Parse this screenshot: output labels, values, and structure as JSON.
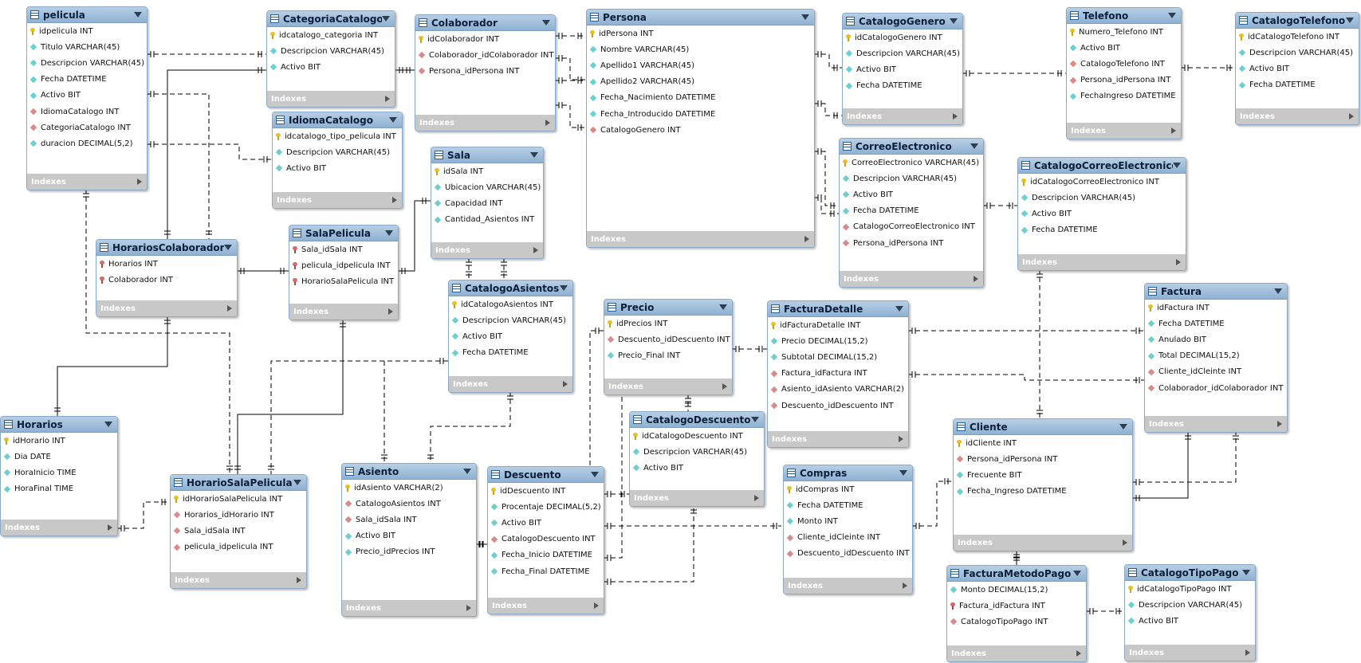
{
  "tables": [
    {
      "name": "pelicula",
      "columns": [
        [
          "pk",
          "idpelicula INT"
        ],
        [
          "col",
          "Titulo VARCHAR(45)"
        ],
        [
          "col",
          "Descripcion VARCHAR(45)"
        ],
        [
          "col",
          "Fecha DATETIME"
        ],
        [
          "col",
          "Activo BIT"
        ],
        [
          "fk",
          "IdiomaCatalogo INT"
        ],
        [
          "fk",
          "CategoriaCatalogo INT"
        ],
        [
          "col",
          "duracion DECIMAL(5,2)"
        ]
      ],
      "indexes": "Indexes"
    },
    {
      "name": "CategoriaCatalogo",
      "columns": [
        [
          "pk",
          "idcatalogo_categoria INT"
        ],
        [
          "col",
          "Descripcion VARCHAR(45)"
        ],
        [
          "col",
          "Activo BIT"
        ]
      ],
      "indexes": "Indexes"
    },
    {
      "name": "Colaborador",
      "columns": [
        [
          "pk",
          "idColaborador INT"
        ],
        [
          "fk",
          "Colaborador_idColaborador INT"
        ],
        [
          "fk",
          "Persona_idPersona INT"
        ]
      ],
      "indexes": "Indexes"
    },
    {
      "name": "Persona",
      "columns": [
        [
          "pk",
          "idPersona INT"
        ],
        [
          "col",
          "Nombre VARCHAR(45)"
        ],
        [
          "col",
          "Apellido1 VARCHAR(45)"
        ],
        [
          "col",
          "Apellido2 VARCHAR(45)"
        ],
        [
          "col",
          "Fecha_Nacimiento DATETIME"
        ],
        [
          "col",
          "Fecha_Introducido DATETIME"
        ],
        [
          "fk",
          "CatalogoGenero INT"
        ]
      ],
      "indexes": "Indexes"
    },
    {
      "name": "CatalogoGenero",
      "columns": [
        [
          "pk",
          "idCatalogoGenero INT"
        ],
        [
          "col",
          "Descripcion VARCHAR(45)"
        ],
        [
          "col",
          "Activo BIT"
        ],
        [
          "col",
          "Fecha DATETIME"
        ]
      ],
      "indexes": "Indexes"
    },
    {
      "name": "Telefono",
      "columns": [
        [
          "pk",
          "Numero_Telefono INT"
        ],
        [
          "col",
          "Activo BIT"
        ],
        [
          "fk",
          "CatalogoTelefono INT"
        ],
        [
          "fk",
          "Persona_idPersona INT"
        ],
        [
          "col",
          "FechaIngreso DATETIME"
        ]
      ],
      "indexes": "Indexes"
    },
    {
      "name": "CatalogoTelefono",
      "columns": [
        [
          "pk",
          "idCatalogoTelefono INT"
        ],
        [
          "col",
          "Descripcion VARCHAR(45)"
        ],
        [
          "col",
          "Activo BIT"
        ],
        [
          "col",
          "Fecha DATETIME"
        ]
      ],
      "indexes": "Indexes"
    },
    {
      "name": "IdiomaCatalogo",
      "columns": [
        [
          "pk",
          "idcatalogo_tipo_pelicula INT"
        ],
        [
          "col",
          "Descripcion VARCHAR(45)"
        ],
        [
          "col",
          "Activo BIT"
        ]
      ],
      "indexes": "Indexes"
    },
    {
      "name": "Sala",
      "columns": [
        [
          "pk",
          "idSala INT"
        ],
        [
          "col",
          "Ubicacion VARCHAR(45)"
        ],
        [
          "col",
          "Capacidad INT"
        ],
        [
          "col",
          "Cantidad_Asientos INT"
        ]
      ],
      "indexes": "Indexes"
    },
    {
      "name": "CorreoElectronico",
      "columns": [
        [
          "pk",
          "CorreoElectronico VARCHAR(45)"
        ],
        [
          "col",
          "Descripcion VARCHAR(45)"
        ],
        [
          "col",
          "Activo BIT"
        ],
        [
          "col",
          "Fecha DATETIME"
        ],
        [
          "fk",
          "CatalogoCorreoElectronico INT"
        ],
        [
          "fk",
          "Persona_idPersona INT"
        ]
      ],
      "indexes": "Indexes"
    },
    {
      "name": "CatalogoCorreoElectronico",
      "columns": [
        [
          "pk",
          "idCatalogoCorreoElectronico INT"
        ],
        [
          "col",
          "Descripcion VARCHAR(45)"
        ],
        [
          "col",
          "Activo BIT"
        ],
        [
          "col",
          "Fecha DATETIME"
        ]
      ],
      "indexes": "Indexes"
    },
    {
      "name": "HorariosColaborador",
      "columns": [
        [
          "pkfk",
          "Horarios INT"
        ],
        [
          "pkfk",
          "Colaborador INT"
        ]
      ],
      "indexes": "Indexes"
    },
    {
      "name": "SalaPelicula",
      "columns": [
        [
          "pkfk",
          "Sala_idSala INT"
        ],
        [
          "pkfk",
          "pelicula_idpelicula INT"
        ],
        [
          "pkfk",
          "HorarioSalaPelicula INT"
        ]
      ],
      "indexes": "Indexes"
    },
    {
      "name": "CatalogoAsientos",
      "columns": [
        [
          "pk",
          "idCatalogoAsientos INT"
        ],
        [
          "col",
          "Descripcion VARCHAR(45)"
        ],
        [
          "col",
          "Activo BIT"
        ],
        [
          "col",
          "Fecha DATETIME"
        ]
      ],
      "indexes": "Indexes"
    },
    {
      "name": "Precio",
      "columns": [
        [
          "pk",
          "idPrecios INT"
        ],
        [
          "fk",
          "Descuento_idDescuento INT"
        ],
        [
          "col",
          "Precio_Final INT"
        ]
      ],
      "indexes": "Indexes"
    },
    {
      "name": "FacturaDetalle",
      "columns": [
        [
          "pk",
          "idFacturaDetalle INT"
        ],
        [
          "col",
          "Precio DECIMAL(15,2)"
        ],
        [
          "col",
          "Subtotal DECIMAL(15,2)"
        ],
        [
          "fk",
          "Factura_idFactura INT"
        ],
        [
          "fk",
          "Asiento_idAsiento VARCHAR(2)"
        ],
        [
          "fk",
          "Descuento_idDescuento INT"
        ]
      ],
      "indexes": "Indexes"
    },
    {
      "name": "Factura",
      "columns": [
        [
          "pk",
          "idFactura INT"
        ],
        [
          "col",
          "Fecha DATETIME"
        ],
        [
          "col",
          "Anulado BIT"
        ],
        [
          "col",
          "Total DECIMAL(15,2)"
        ],
        [
          "fk",
          "Cliente_idCleinte INT"
        ],
        [
          "fk",
          "Colaborador_idColaborador INT"
        ]
      ],
      "indexes": "Indexes"
    },
    {
      "name": "Horarios",
      "columns": [
        [
          "pk",
          "idHorario INT"
        ],
        [
          "col",
          "Dia DATE"
        ],
        [
          "col",
          "HoraInicio TIME"
        ],
        [
          "col",
          "HoraFinal TIME"
        ]
      ],
      "indexes": "Indexes"
    },
    {
      "name": "CatalogoDescuento",
      "columns": [
        [
          "pk",
          "idCatalogoDescuento INT"
        ],
        [
          "col",
          "Descripcion VARCHAR(45)"
        ],
        [
          "col",
          "Activo BIT"
        ]
      ],
      "indexes": "Indexes"
    },
    {
      "name": "Cliente",
      "columns": [
        [
          "pk",
          "idCliente INT"
        ],
        [
          "fk",
          "Persona_idPersona INT"
        ],
        [
          "col",
          "Frecuente BIT"
        ],
        [
          "col",
          "Fecha_Ingreso DATETIME"
        ]
      ],
      "indexes": "Indexes"
    },
    {
      "name": "HorarioSalaPelicula",
      "columns": [
        [
          "pk",
          "idHorarioSalaPelicula INT"
        ],
        [
          "fk",
          "Horarios_idHorario INT"
        ],
        [
          "fk",
          "Sala_idSala INT"
        ],
        [
          "fk",
          "pelicula_idpelicula INT"
        ]
      ],
      "indexes": "Indexes"
    },
    {
      "name": "Asiento",
      "columns": [
        [
          "pk",
          "idAsiento VARCHAR(2)"
        ],
        [
          "fk",
          "CatalogoAsientos INT"
        ],
        [
          "fk",
          "Sala_idSala INT"
        ],
        [
          "col",
          "Activo BIT"
        ],
        [
          "col",
          "Precio_idPrecios INT"
        ]
      ],
      "indexes": "Indexes"
    },
    {
      "name": "Descuento",
      "columns": [
        [
          "pk",
          "idDescuento INT"
        ],
        [
          "col",
          "Procentaje DECIMAL(5,2)"
        ],
        [
          "col",
          "Activo BIT"
        ],
        [
          "fk",
          "CatalogoDescuento INT"
        ],
        [
          "col",
          "Fecha_Inicio DATETIME"
        ],
        [
          "col",
          "Fecha_Final DATETIME"
        ]
      ],
      "indexes": "Indexes"
    },
    {
      "name": "Compras",
      "columns": [
        [
          "pk",
          "idCompras INT"
        ],
        [
          "col",
          "Fecha DATETIME"
        ],
        [
          "col",
          "Monto INT"
        ],
        [
          "fk",
          "Cliente_idCleinte INT"
        ],
        [
          "fk",
          "Descuento_idDescuento INT"
        ]
      ],
      "indexes": "Indexes"
    },
    {
      "name": "FacturaMetodoPago",
      "columns": [
        [
          "col",
          "Monto DECIMAL(15,2)"
        ],
        [
          "pkfk",
          "Factura_idFactura INT"
        ],
        [
          "fk",
          "CatalogoTipoPago INT"
        ]
      ],
      "indexes": "Indexes"
    },
    {
      "name": "CatalogoTipoPago",
      "columns": [
        [
          "pk",
          "idCatalogoTipoPago INT"
        ],
        [
          "col",
          "Descripcion VARCHAR(45)"
        ],
        [
          "col",
          "Activo BIT"
        ]
      ],
      "indexes": "Indexes"
    }
  ]
}
